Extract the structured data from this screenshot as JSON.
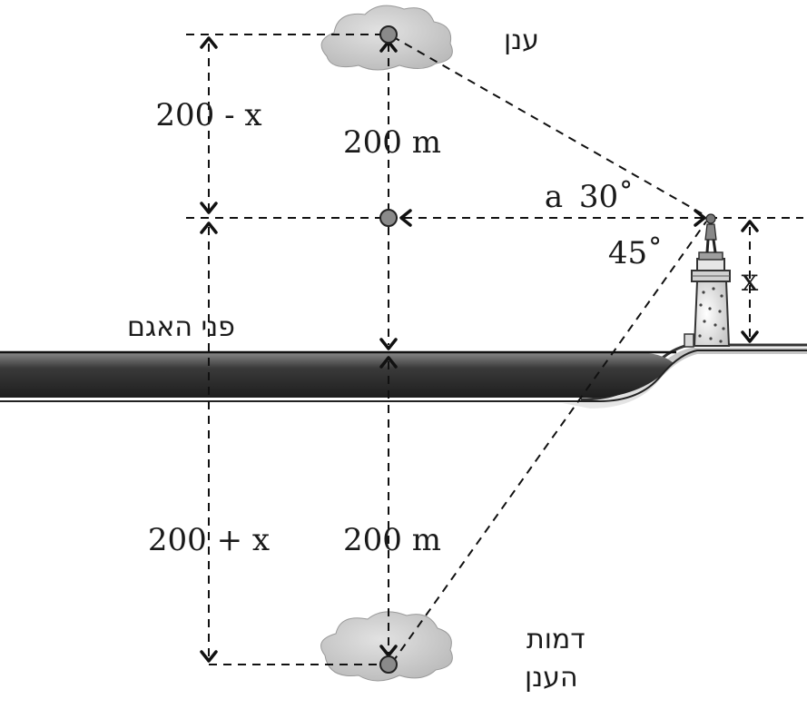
{
  "labels": {
    "cloud": "ענן",
    "cloud_reflection_line1": "דמות",
    "cloud_reflection_line2": "הענן",
    "lake_surface": "פני האגם",
    "upper_left_distance": "200 - x",
    "upper_center_distance": "200 m",
    "lower_left_distance": "200 + x",
    "lower_center_distance": "200 m",
    "horizontal_distance": "a",
    "angle_up": "30˚",
    "angle_down": "45˚",
    "observer_height": "x"
  },
  "colors": {
    "water_dark": "#2a2a2a",
    "water_mid": "#6e6e6e",
    "shore": "#c9c9c9",
    "cloud": "#cfcfcf",
    "point": "#8a8a8a"
  },
  "icons": [
    "cloud-icon",
    "lighthouse-icon",
    "person-icon"
  ]
}
